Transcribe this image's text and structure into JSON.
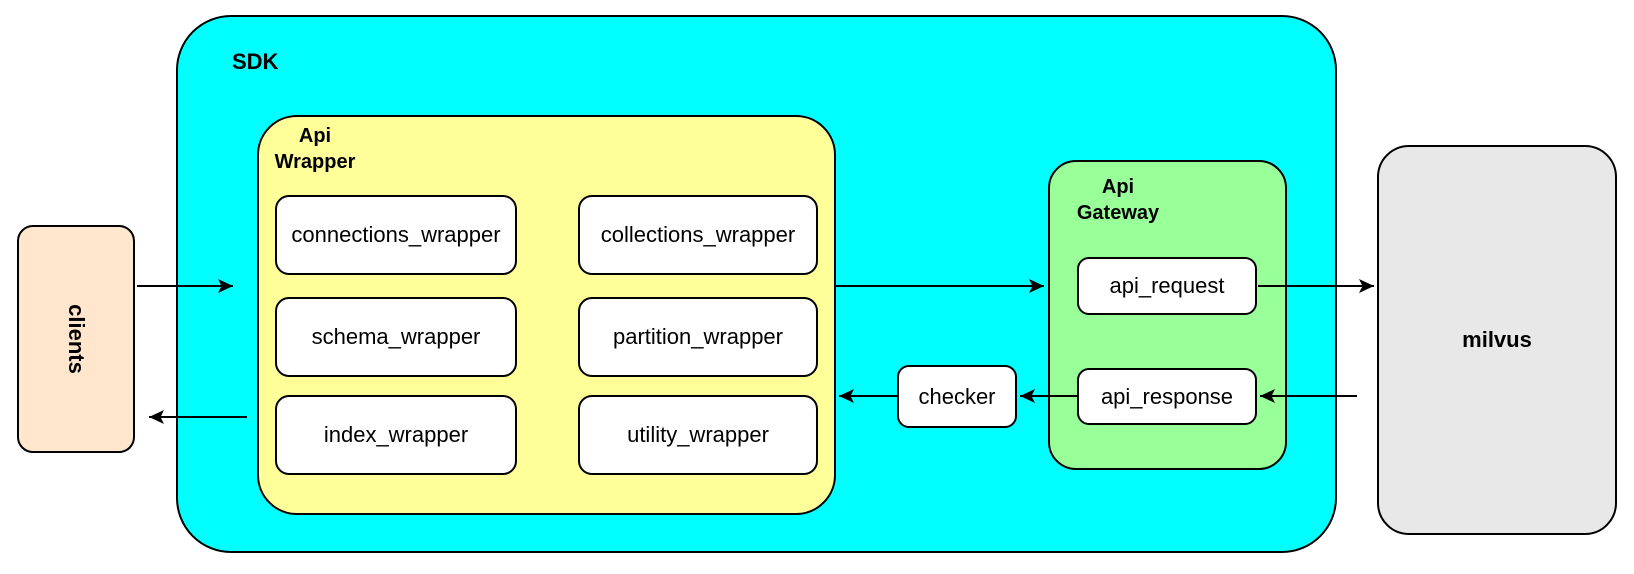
{
  "colors": {
    "sdk_fill": "#00ffff",
    "api_wrapper_fill": "#ffff99",
    "api_gateway_fill": "#99ff99",
    "clients_fill": "#ffe6cc",
    "milvus_fill": "#e8e8e8",
    "leaf_fill": "#ffffff",
    "stroke": "#000000"
  },
  "nodes": {
    "clients": {
      "label": "clients"
    },
    "sdk": {
      "label": "SDK"
    },
    "api_wrapper": {
      "label": "Api Wrapper",
      "children": {
        "connections": "connections_wrapper",
        "collections": "collections_wrapper",
        "schema": "schema_wrapper",
        "partition": "partition_wrapper",
        "index": "index_wrapper",
        "utility": "utility_wrapper"
      }
    },
    "checker": {
      "label": "checker"
    },
    "api_gateway": {
      "label": "Api Gateway",
      "children": {
        "request": "api_request",
        "response": "api_response"
      }
    },
    "milvus": {
      "label": "milvus"
    }
  },
  "edges": [
    {
      "from": "clients",
      "to": "sdk"
    },
    {
      "from": "api_wrapper",
      "to": "api_gateway"
    },
    {
      "from": "api_request",
      "to": "milvus"
    },
    {
      "from": "milvus",
      "to": "api_response"
    },
    {
      "from": "api_response",
      "to": "checker"
    },
    {
      "from": "checker",
      "to": "api_wrapper"
    },
    {
      "from": "sdk",
      "to": "clients"
    }
  ]
}
